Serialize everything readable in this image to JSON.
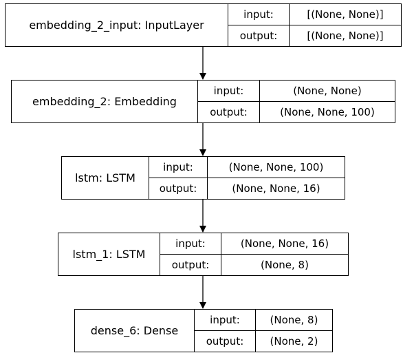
{
  "layers": [
    {
      "name": "embedding_2_input: InputLayer",
      "input_label": "input:",
      "input_shape": "[(None, None)]",
      "output_label": "output:",
      "output_shape": "[(None, None)]"
    },
    {
      "name": "embedding_2: Embedding",
      "input_label": "input:",
      "input_shape": "(None, None)",
      "output_label": "output:",
      "output_shape": "(None, None, 100)"
    },
    {
      "name": "lstm: LSTM",
      "input_label": "input:",
      "input_shape": "(None, None, 100)",
      "output_label": "output:",
      "output_shape": "(None, None, 16)"
    },
    {
      "name": "lstm_1: LSTM",
      "input_label": "input:",
      "input_shape": "(None, None, 16)",
      "output_label": "output:",
      "output_shape": "(None, 8)"
    },
    {
      "name": "dense_6: Dense",
      "input_label": "input:",
      "input_shape": "(None, 8)",
      "output_label": "output:",
      "output_shape": "(None, 2)"
    }
  ]
}
